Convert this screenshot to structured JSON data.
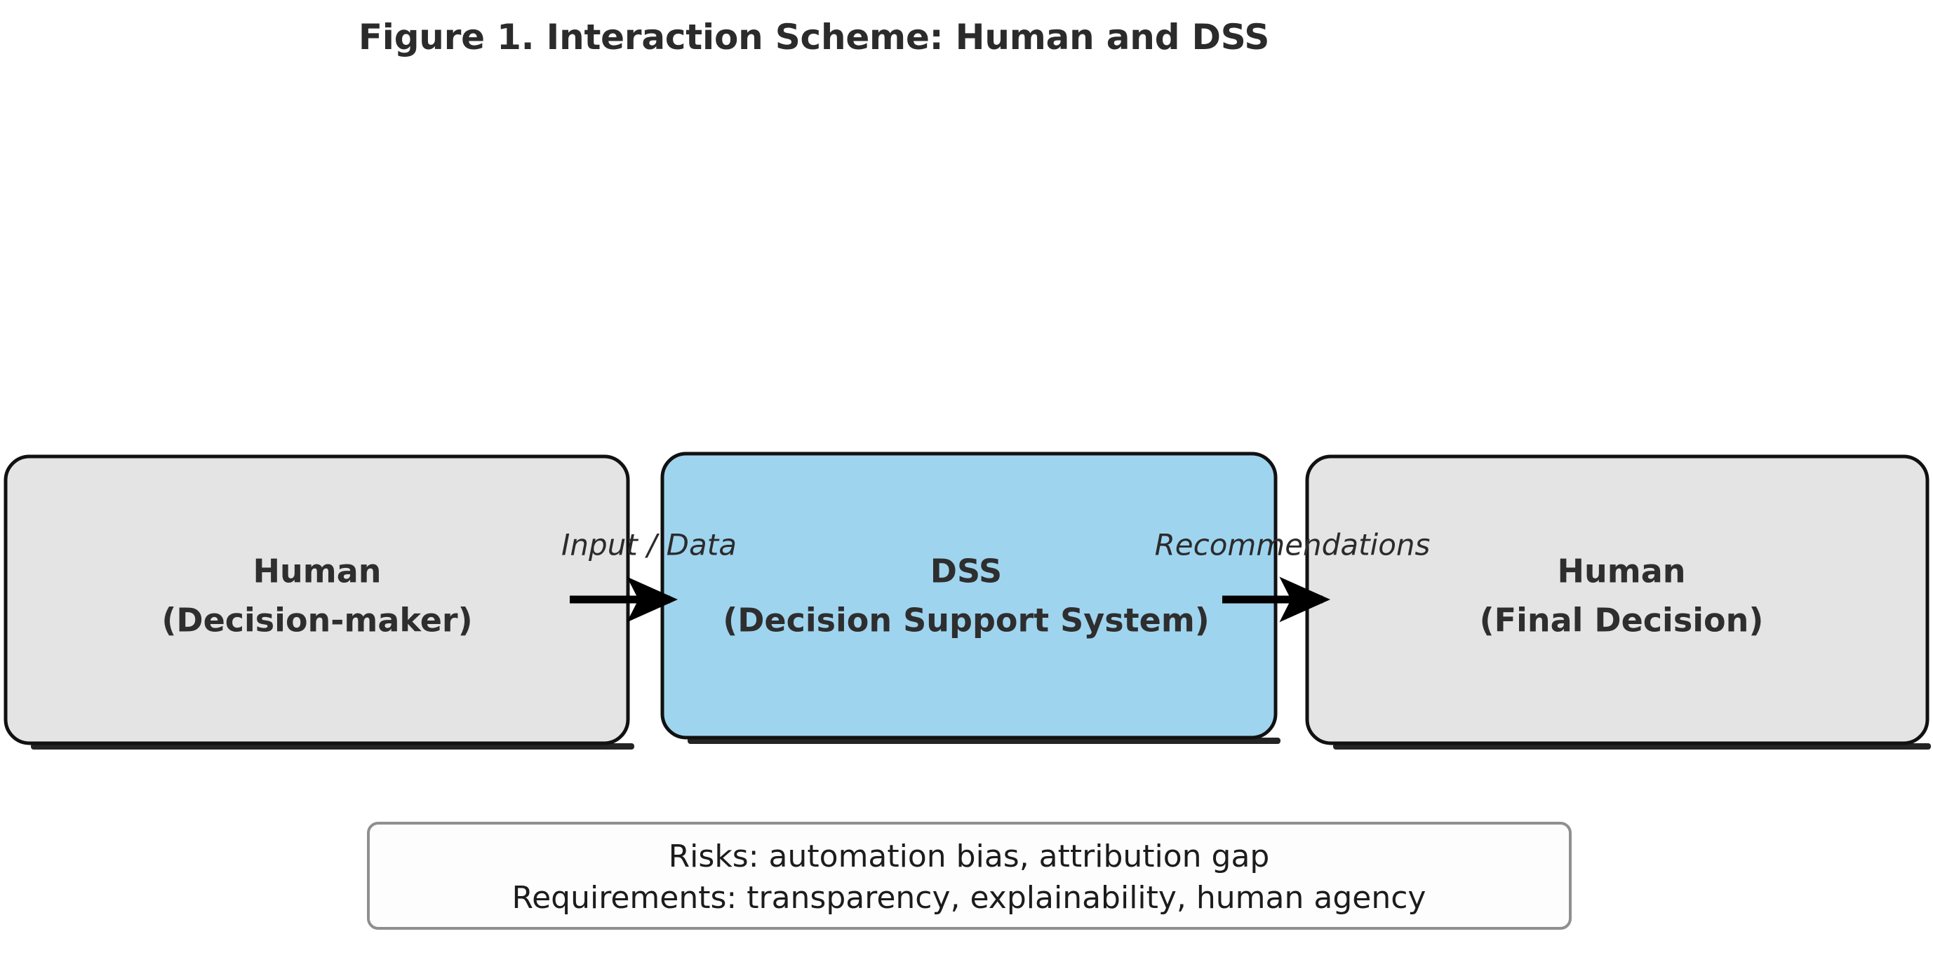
{
  "figure": {
    "title": "Figure 1. Interaction Scheme: Human and DSS",
    "background_color": "#ffffff",
    "accent_color": "#9fd4ef",
    "node_fill_color": "#e4e4e4",
    "border_color": "#111111"
  },
  "nodes": [
    {
      "id": "human-decision-maker",
      "line1": "Human",
      "line2": "(Decision-maker)",
      "fill": "#e4e4e4"
    },
    {
      "id": "dss",
      "line1": "DSS",
      "line2": "(Decision Support System)",
      "fill": "#9fd4ef"
    },
    {
      "id": "human-final-decision",
      "line1": "Human",
      "line2": "(Final Decision)",
      "fill": "#e4e4e4"
    }
  ],
  "edges": [
    {
      "id": "input-data",
      "label": "Input / Data",
      "from": "human-decision-maker",
      "to": "dss"
    },
    {
      "id": "recommendations",
      "label": "Recommendations",
      "from": "dss",
      "to": "human-final-decision"
    }
  ],
  "note": {
    "line1": "Risks: automation bias, attribution gap",
    "line2": "Requirements: transparency, explainability, human agency"
  },
  "chart_data": {
    "type": "diagram",
    "title": "Figure 1. Interaction Scheme: Human and DSS",
    "layout": "left-to-right flow",
    "nodes": [
      "Human (Decision-maker)",
      "DSS (Decision Support System)",
      "Human (Final Decision)"
    ],
    "edges": [
      {
        "from": "Human (Decision-maker)",
        "to": "DSS (Decision Support System)",
        "label": "Input / Data"
      },
      {
        "from": "DSS (Decision Support System)",
        "to": "Human (Final Decision)",
        "label": "Recommendations"
      }
    ],
    "annotation": "Risks: automation bias, attribution gap | Requirements: transparency, explainability, human agency"
  }
}
